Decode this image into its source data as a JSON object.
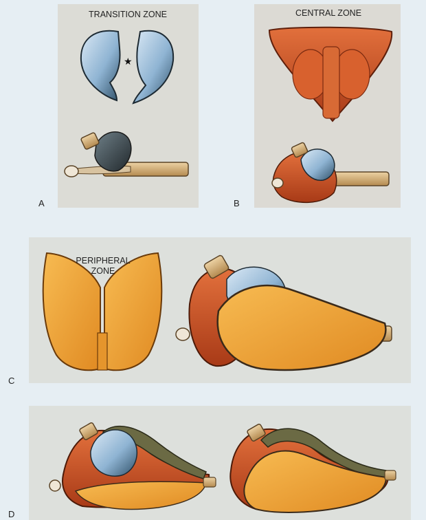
{
  "panels": {
    "a": {
      "letter": "A",
      "zone_label": "TRANSITION ZONE"
    },
    "b": {
      "letter": "B",
      "zone_label": "CENTRAL ZONE"
    },
    "c": {
      "letter": "C",
      "zone_label_line1": "PERIPHERAL",
      "zone_label_line2": "ZONE"
    },
    "d": {
      "letter": "D"
    }
  },
  "colors": {
    "page_bg": "#e6eef3",
    "panel_bg": "#d9dcd8",
    "transition_blue": "#8fb4d3",
    "central_red": "#c9552a",
    "peripheral_orange": "#f0a334",
    "urethra_tan": "#c9a26a",
    "dark_seminal": "#3b4a52"
  }
}
